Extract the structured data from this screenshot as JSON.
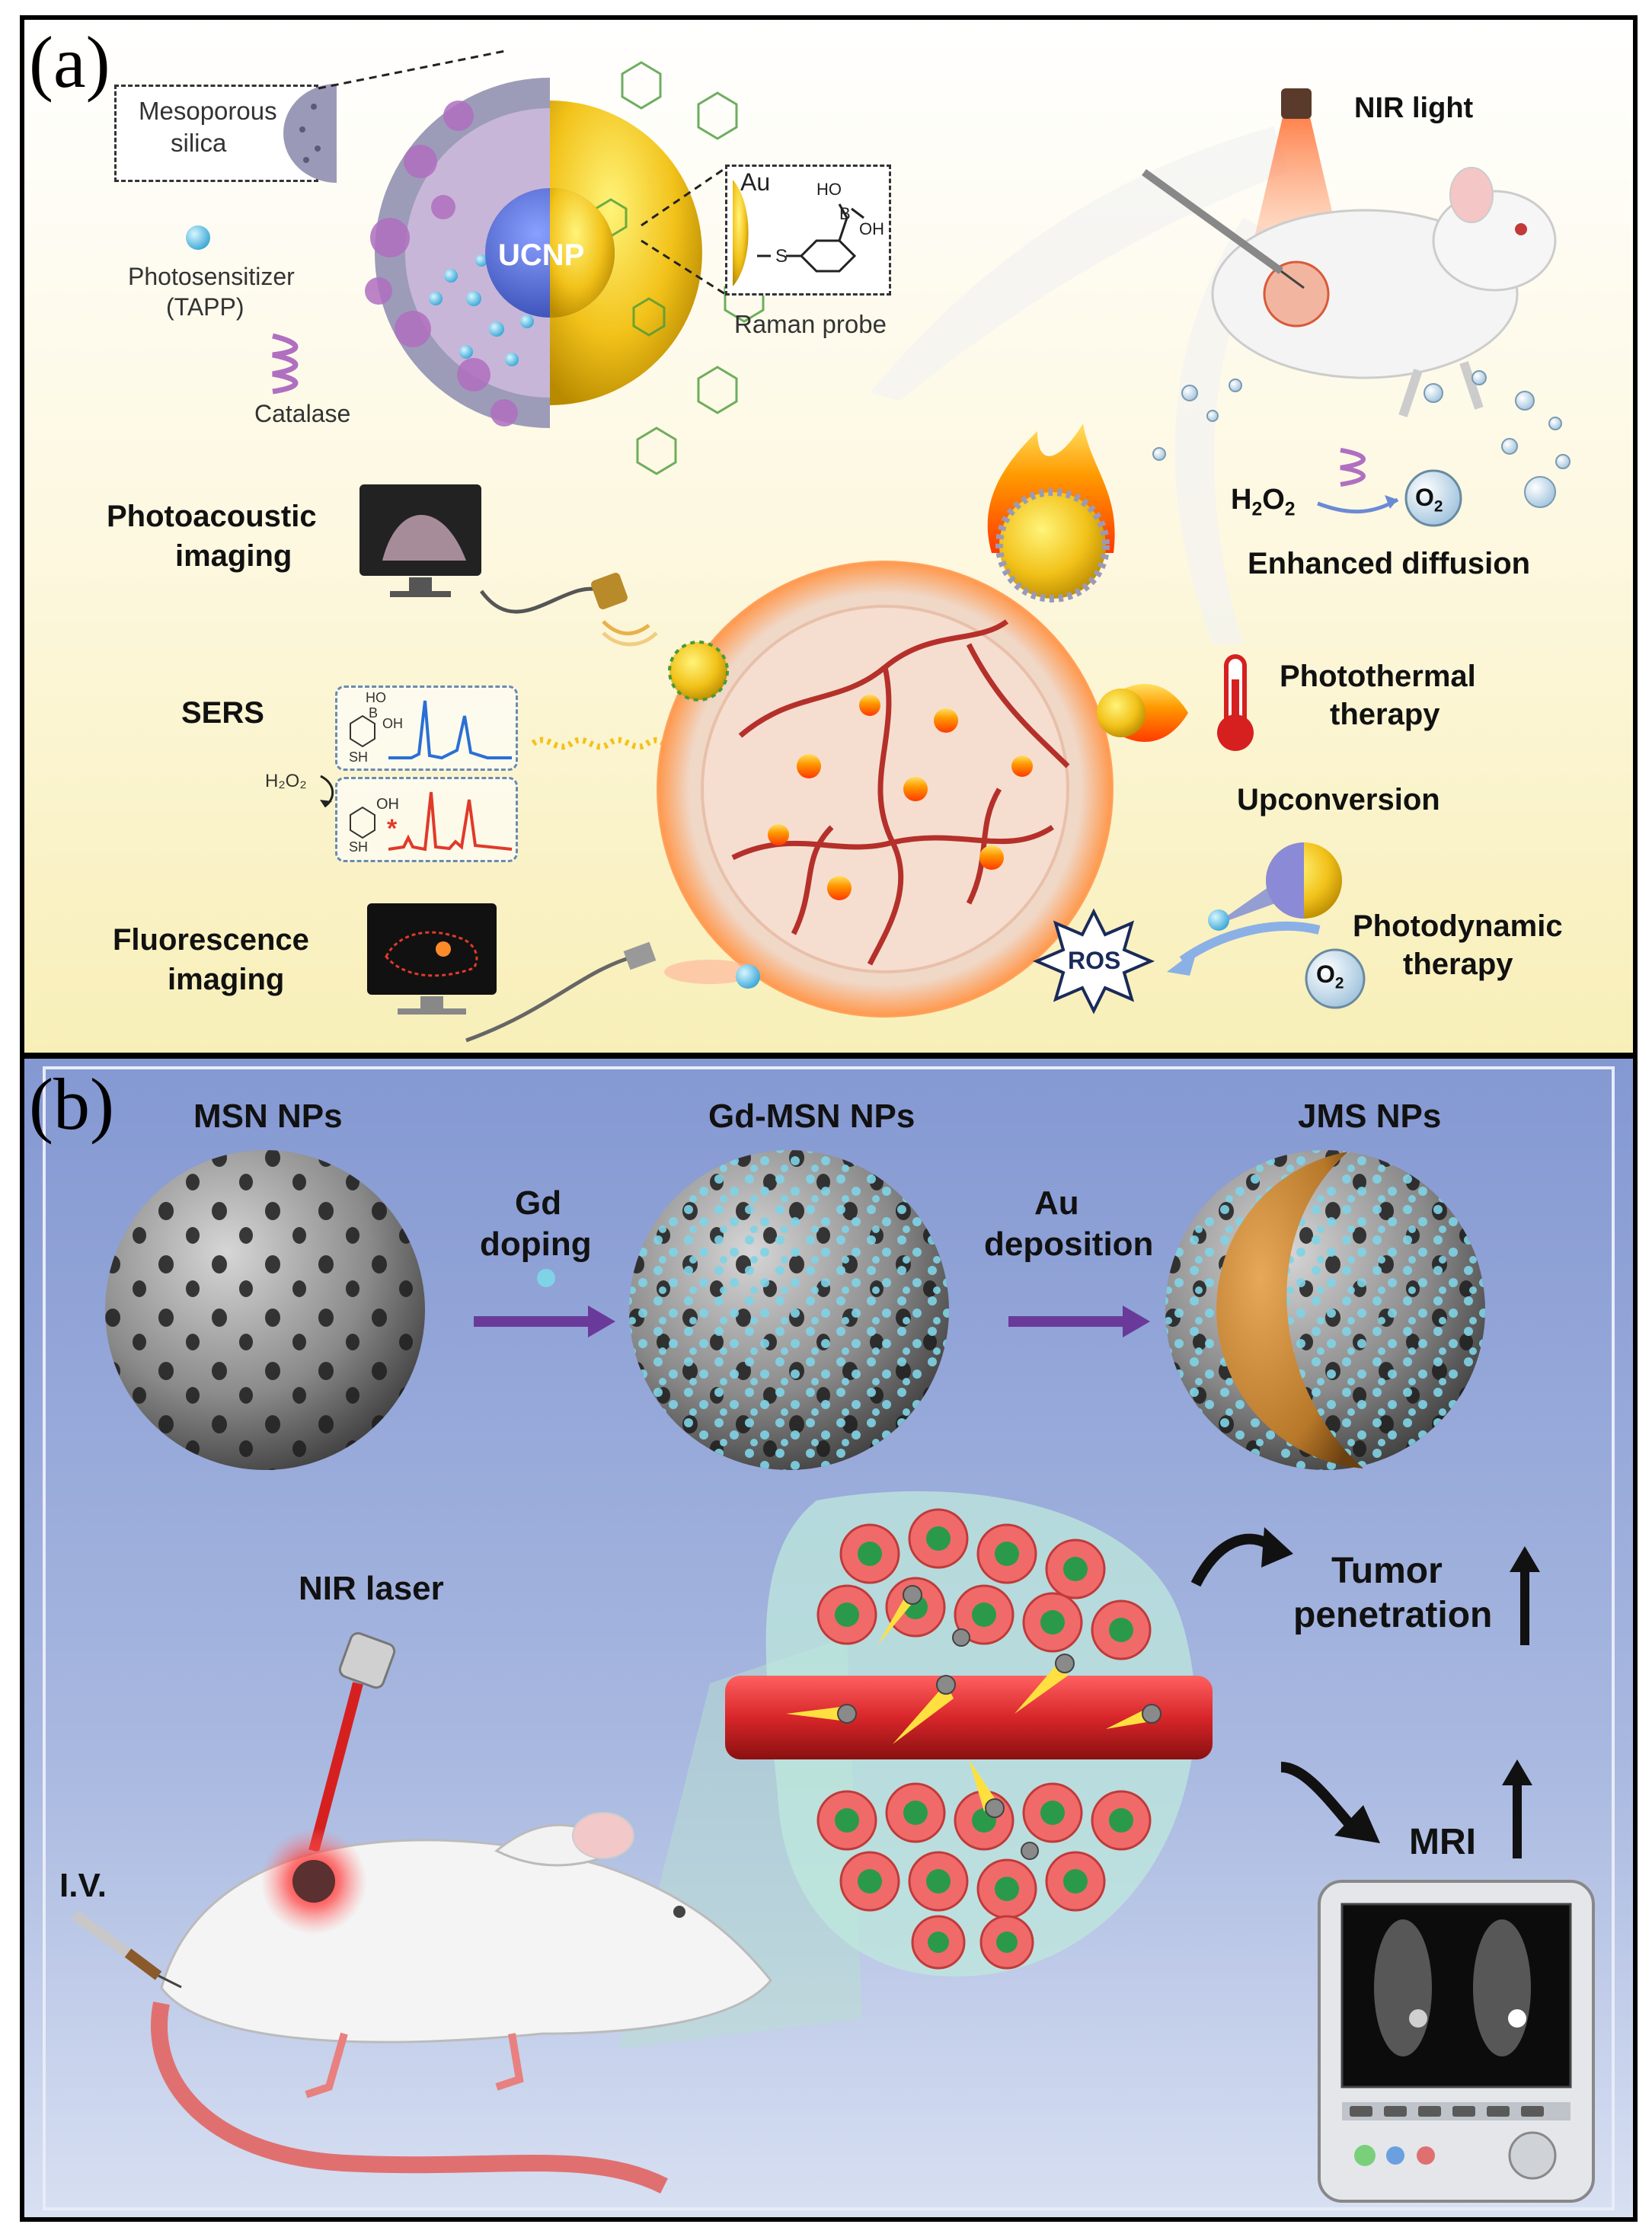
{
  "panel_a": {
    "letter": "(a)",
    "nanoparticle": {
      "core_label": "UCNP",
      "mesoporous_label": "Mesoporous silica",
      "mesoporous_line1": "Mesoporous",
      "mesoporous_line2": "silica",
      "photosensitizer_line1": "Photosensitizer",
      "photosensitizer_line2": "(TAPP)",
      "catalase_label": "Catalase",
      "au_label": "Au",
      "raman_label": "Raman probe",
      "raman_ho": "HO",
      "raman_b": "B",
      "raman_oh": "OH",
      "raman_s": "S"
    },
    "nir_light": "NIR light",
    "h2o2_main": "H",
    "h2o2_sub1": "2",
    "h2o2_mid": "O",
    "h2o2_sub2": "2",
    "o2_o": "O",
    "o2_sub": "2",
    "enhanced_diffusion": "Enhanced diffusion",
    "photoacoustic_line1": "Photoacoustic",
    "photoacoustic_line2": "imaging",
    "sers": "SERS",
    "sers_h2o2": "H₂O₂",
    "sers_ho": "HO",
    "sers_b": "B",
    "sers_oh": "OH",
    "sers_sh1": "SH",
    "sers_sh2": "SH",
    "sers_oh2": "OH",
    "sers_star": "*",
    "photothermal_line1": "Photothermal",
    "photothermal_line2": "therapy",
    "upconversion": "Upconversion",
    "photodynamic_line1": "Photodynamic",
    "photodynamic_line2": "therapy",
    "ros": "ROS",
    "fluorescence_line1": "Fluorescence",
    "fluorescence_line2": "imaging",
    "colors": {
      "core": "#5a6fd6",
      "gold": "#f2c21a",
      "tumor": "#f5ded0",
      "vessel": "#b5302a",
      "sers_blue": "#2a6fd6",
      "sers_red": "#e03a2a"
    }
  },
  "panel_b": {
    "letter": "(b)",
    "msn_label": "MSN NPs",
    "gd_msn_label": "Gd-MSN NPs",
    "jms_label": "JMS NPs",
    "gd_doping_line1": "Gd",
    "gd_doping_line2": "doping",
    "au_deposition_line1": "Au",
    "au_deposition_line2": "deposition",
    "nir_laser": "NIR laser",
    "iv": "I.V.",
    "tumor_line1": "Tumor",
    "tumor_line2": "penetration",
    "mri": "MRI",
    "colors": {
      "background": "#8ea3d6",
      "sphere": "#8a8a8a",
      "gd_dot": "#7fd3e6",
      "gold_shell": "#c98a3a",
      "arrow": "#6a3a9a",
      "vessel": "#d8262a"
    }
  }
}
